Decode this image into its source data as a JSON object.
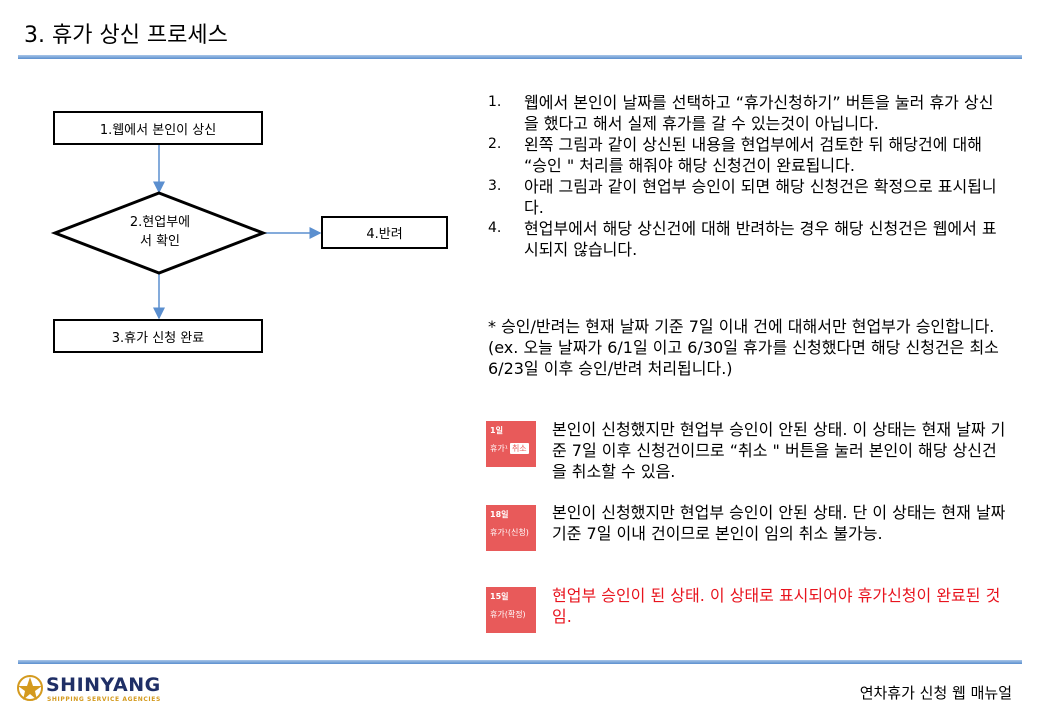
{
  "header": {
    "title": "3. 휴가 상신 프로세스"
  },
  "flowchart": {
    "step1": "1.웹에서 본인이 상신",
    "step2": [
      "2.현업부에",
      "서 확인"
    ],
    "step3": "3.휴가 신청 완료",
    "step4": "4.반려"
  },
  "steps": [
    {
      "num": "1.",
      "text": "웹에서 본인이 날짜를 선택하고 “휴가신청하기” 버튼을 눌러 휴가 상신을 했다고 해서 실제 휴가를 갈 수 있는것이 아닙니다."
    },
    {
      "num": "2.",
      "text": "왼쪽 그림과 같이 상신된 내용을 현업부에서 검토한 뒤 해당건에 대해 “승인 \" 처리를 해줘야 해당 신청건이 완료됩니다."
    },
    {
      "num": "3.",
      "text": "아래 그림과 같이 현업부 승인이 되면 해당 신청건은 확정으로 표시됩니다."
    },
    {
      "num": "4.",
      "text": "현업부에서 해당 상신건에 대해 반려하는 경우 해당 신청건은 웹에서 표시되지 않습니다."
    }
  ],
  "note": "* 승인/반려는 현재 날짜 기준 7일 이내 건에 대해서만 현업부가 승인합니다. (ex. 오늘 날짜가 6/1일 이고 6/30일 휴가를 신청했다면 해당 신청건은 최소 6/23일 이후 승인/반려 처리됩니다.)",
  "statuses": [
    {
      "day": "1일",
      "label": "휴가¹",
      "tag": "취소",
      "text": "본인이 신청했지만 현업부 승인이 안된 상태. 이 상태는 현재 날짜 기준 7일 이후 신청건이므로 “취소 \" 버튼을 눌러 본인이 해당 상신건을 취소할 수 있음."
    },
    {
      "day": "18일",
      "label": "휴가¹(신청)",
      "text": "본인이 신청했지만 현업부 승인이 안된 상태. 단 이 상태는 현재 날짜 기준 7일 이내 건이므로 본인이 임의 취소 불가능."
    },
    {
      "day": "15일",
      "label": "휴가(확정)",
      "text": "현업부 승인이 된 상태. 이 상태로 표시되어야 휴가신청이 완료된 것임."
    }
  ],
  "footer": {
    "logo": "SHINYANG",
    "logo_sub": "SHIPPING SERVICE AGENCIES",
    "title": "연차휴가 신청 웹 매뉴얼"
  },
  "colors": {
    "accent_rule": "#5b8fcf",
    "badge_bg": "#e85a5a",
    "highlight_text": "#e8141e",
    "arrow": "#5b8fcf"
  }
}
